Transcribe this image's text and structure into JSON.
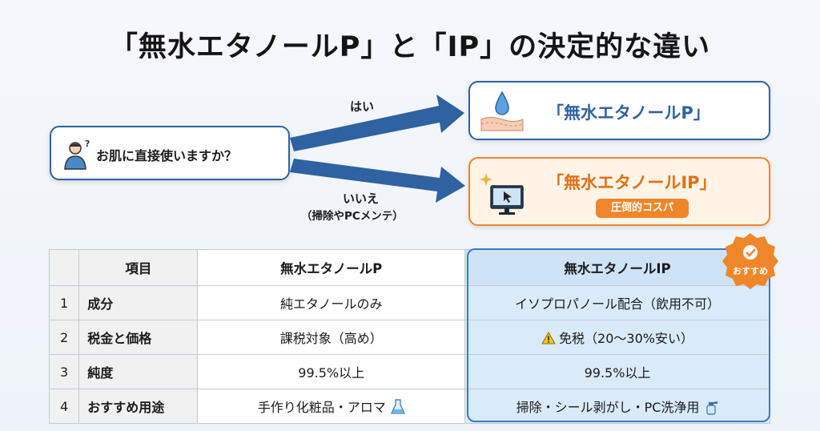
{
  "title": "「無水エタノールP」と「IP」の決定的な違い",
  "question": "お肌に直接使いますか？",
  "branch_yes": "はい",
  "branch_no": "いいえ",
  "branch_no_sub": "（掃除やPCメンテ）",
  "option_p": {
    "label": "「無水エタノールP」"
  },
  "option_ip": {
    "label": "「無水エタノールIP」",
    "badge": "圧倒的コスパ"
  },
  "recommend_badge": "おすすめ",
  "table": {
    "headers": [
      "",
      "項目",
      "無水エタノールP",
      "無水エタノールIP"
    ],
    "rows": [
      {
        "num": "1",
        "item": "成分",
        "p": "純エタノールのみ",
        "ip": "イソプロパノール配合（飲用不可）"
      },
      {
        "num": "2",
        "item": "税金と価格",
        "p": "課税対象（高め）",
        "ip": "免税（20～30%安い）"
      },
      {
        "num": "3",
        "item": "純度",
        "p": "99.5%以上",
        "ip": "99.5%以上"
      },
      {
        "num": "4",
        "item": "おすすめ用途",
        "p": "手作り化粧品・アロマ",
        "ip": "掃除・シール剥がし・PC洗浄用"
      }
    ]
  },
  "icons": {
    "question": "person-question-icon",
    "option_p": "water-drop-skin-icon",
    "option_ip": "sparkle-monitor-icon",
    "warning": "warning-icon",
    "flask": "flask-icon",
    "spray": "spray-bottle-icon",
    "recommend": "check-badge-icon"
  },
  "colors": {
    "blue": "#2f62a1",
    "orange": "#f0862a",
    "ip_column": "#d9eaf8"
  }
}
